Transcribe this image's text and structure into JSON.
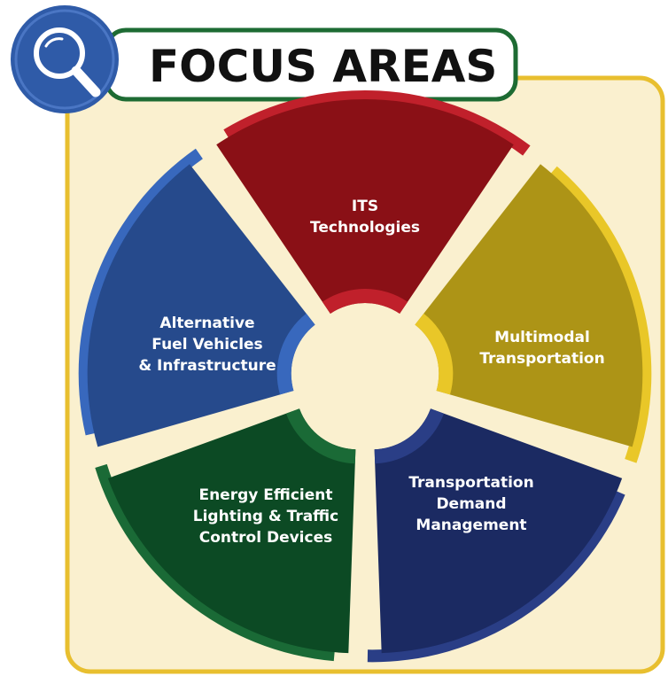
{
  "header": {
    "title": "FOCUS AREAS",
    "icon": "magnifying-glass-icon"
  },
  "colors": {
    "panel_fill": "#faf0cf",
    "panel_border": "#e8bf2f",
    "title_border": "#1d6b33",
    "icon_circle": "#2f5ba8",
    "center_fill": "#faf0cf"
  },
  "segments": [
    {
      "id": "its",
      "lines": [
        "ITS",
        "Technologies"
      ],
      "main_color": "#8a1016",
      "accent_color": "#c0202b"
    },
    {
      "id": "multimodal",
      "lines": [
        "Multimodal",
        "Transportation"
      ],
      "main_color": "#ad9416",
      "accent_color": "#e9c728"
    },
    {
      "id": "tdm",
      "lines": [
        "Transportation",
        "Demand",
        "Management"
      ],
      "main_color": "#1b2a62",
      "accent_color": "#2a3e86"
    },
    {
      "id": "energy",
      "lines": [
        "Energy Efficient",
        "Lighting & Traffic",
        "Control Devices"
      ],
      "main_color": "#0c4a24",
      "accent_color": "#1a6a36"
    },
    {
      "id": "afv",
      "lines": [
        "Alternative",
        "Fuel Vehicles",
        "& Infrastructure"
      ],
      "main_color": "#264a8c",
      "accent_color": "#3868bd"
    }
  ]
}
